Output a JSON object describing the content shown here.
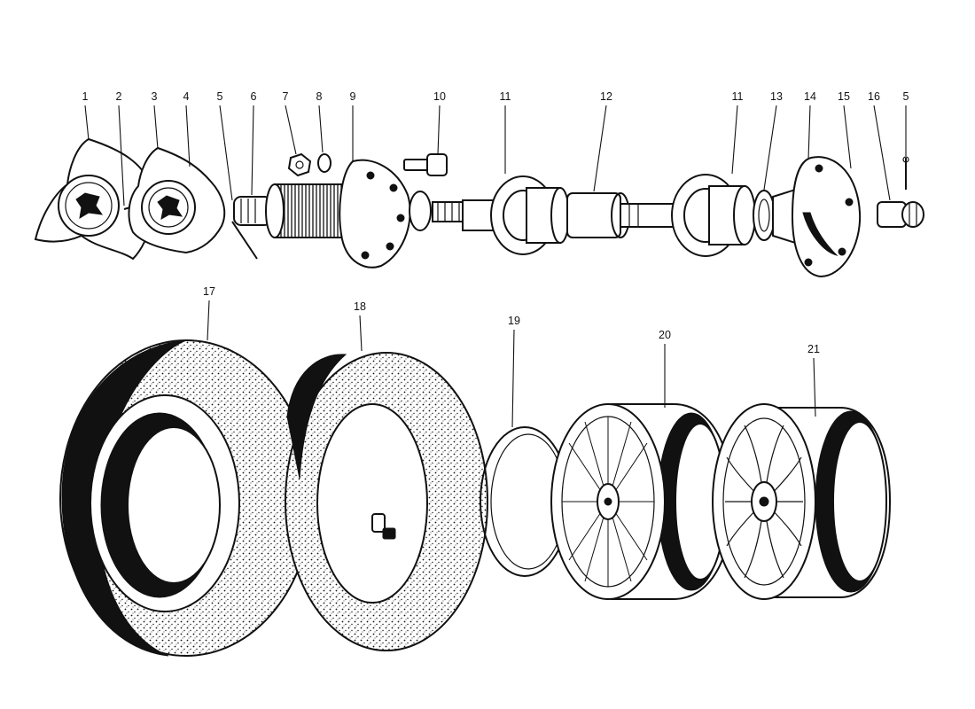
{
  "diagram": {
    "callouts": [
      {
        "id": "c1",
        "label": "1"
      },
      {
        "id": "c2",
        "label": "2"
      },
      {
        "id": "c3",
        "label": "3"
      },
      {
        "id": "c4",
        "label": "4"
      },
      {
        "id": "c5a",
        "label": "5"
      },
      {
        "id": "c6",
        "label": "6"
      },
      {
        "id": "c7",
        "label": "7"
      },
      {
        "id": "c8",
        "label": "8"
      },
      {
        "id": "c9",
        "label": "9"
      },
      {
        "id": "c10",
        "label": "10"
      },
      {
        "id": "c11a",
        "label": "11"
      },
      {
        "id": "c12",
        "label": "12"
      },
      {
        "id": "c11b",
        "label": "11"
      },
      {
        "id": "c13",
        "label": "13"
      },
      {
        "id": "c14",
        "label": "14"
      },
      {
        "id": "c15",
        "label": "15"
      },
      {
        "id": "c16",
        "label": "16"
      },
      {
        "id": "c5b",
        "label": "5"
      },
      {
        "id": "c17",
        "label": "17"
      },
      {
        "id": "c18",
        "label": "18"
      },
      {
        "id": "c19",
        "label": "19"
      },
      {
        "id": "c20",
        "label": "20"
      },
      {
        "id": "c21",
        "label": "21"
      }
    ]
  }
}
